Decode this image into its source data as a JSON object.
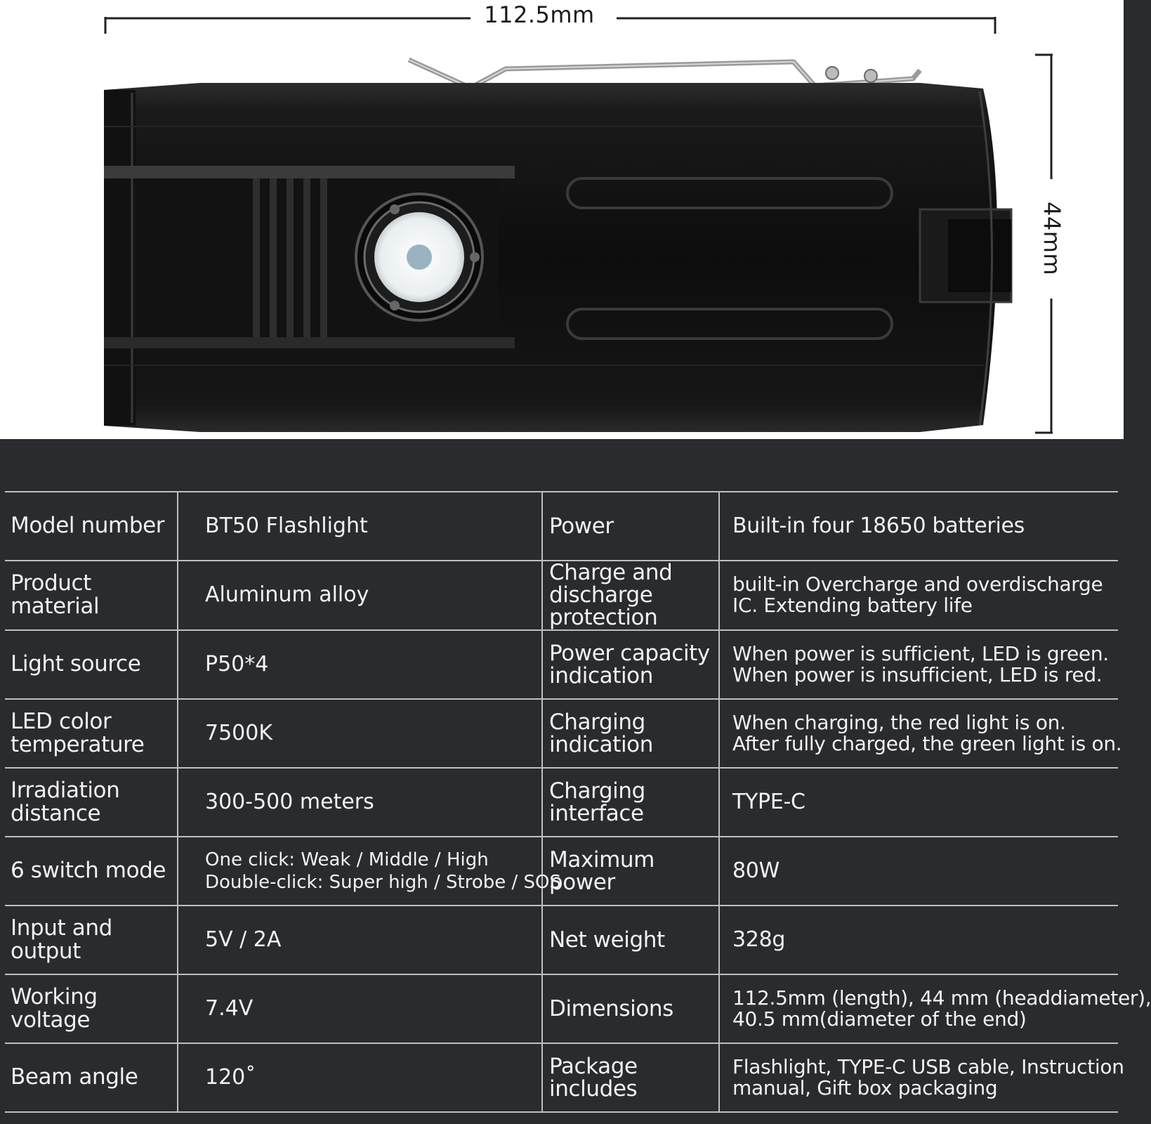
{
  "dimensions": {
    "length_label": "112.5mm",
    "head_label": "44mm"
  },
  "specs": [
    {
      "label": "Model number",
      "value": "BT50  Flashlight",
      "label2": "Power",
      "value2": "Built-in four 18650 batteries"
    },
    {
      "label": "Product material",
      "value": "Aluminum alloy",
      "label2": "Charge and discharge protection",
      "value2_lines": [
        "built-in Overcharge and overdischarge",
        "IC. Extending battery life"
      ]
    },
    {
      "label": "Light source",
      "value": "P50*4",
      "label2": "Power capacity indication",
      "value2_lines": [
        "When power is sufficient, LED is green.",
        "When power is insufficient, LED is red."
      ]
    },
    {
      "label": "LED color temperature",
      "value": "7500K",
      "label2": "Charging indication",
      "value2_lines": [
        "When charging, the red light is on.",
        "After fully charged, the green light is on."
      ]
    },
    {
      "label": "Irradiation distance",
      "value": "300-500 meters",
      "label2": "Charging interface",
      "value2": "TYPE-C"
    },
    {
      "label": "6 switch mode",
      "value_lines": [
        "One click: Weak / Middle / High",
        "Double-click: Super high / Strobe / SOS"
      ],
      "label2": "Maximum power",
      "value2": "80W"
    },
    {
      "label": "Input and output",
      "value": "5V / 2A",
      "label2": "Net weight",
      "value2": "328g"
    },
    {
      "label": "Working voltage",
      "value": "7.4V",
      "label2": "Dimensions",
      "value2_lines": [
        "112.5mm (length), 44 mm (headdiameter),",
        "40.5 mm(diameter of  the end)"
      ]
    },
    {
      "label": "Beam angle",
      "value": "120˚",
      "label2": "Package includes",
      "value2_lines": [
        "Flashlight, TYPE-C USB cable, Instruction",
        "manual, Gift box  packaging"
      ]
    }
  ]
}
